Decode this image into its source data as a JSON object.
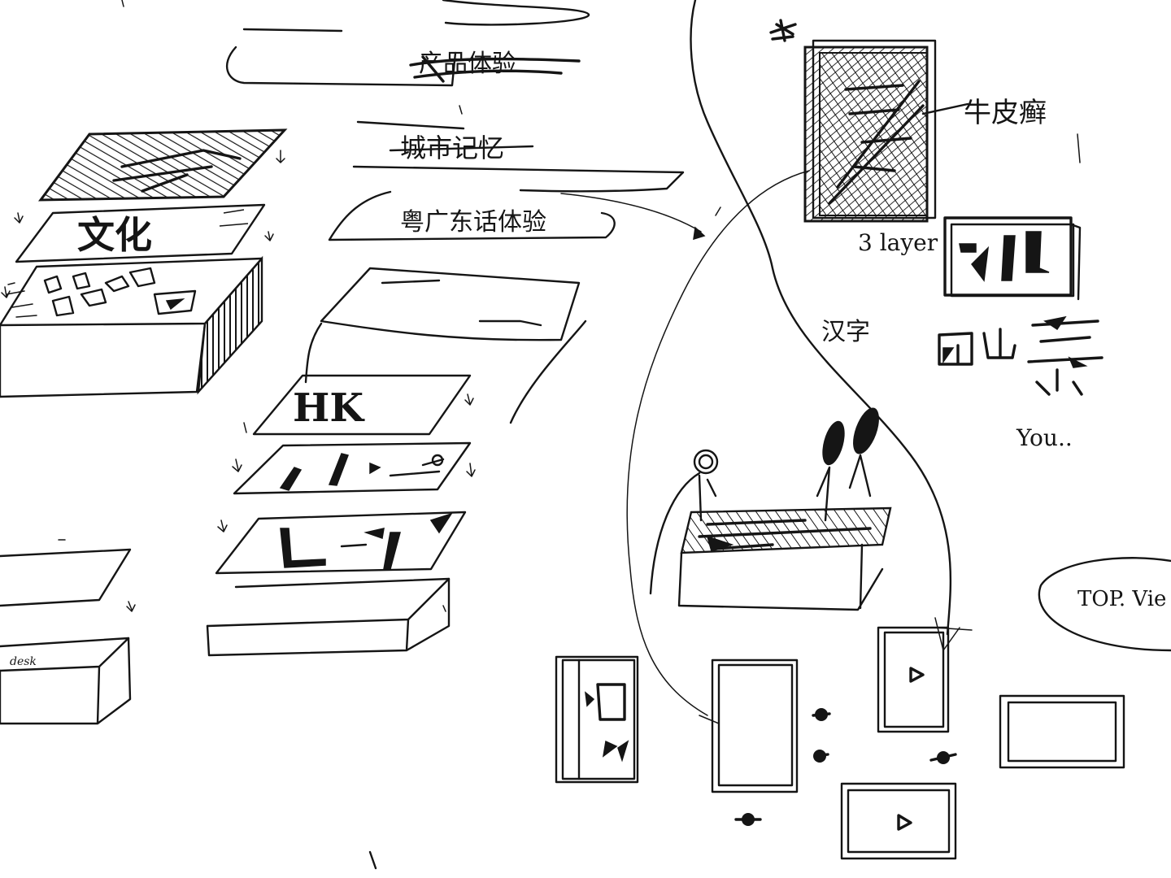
{
  "labels": {
    "title_struck": "产品体验",
    "city_memory": "城市记忆",
    "guangdong_dialect": "粤广东话体验",
    "culture": "文化",
    "hk": "HK",
    "desk": "desk",
    "kraft_paper": "牛皮癣",
    "three_layer": "3 layer",
    "ancient": "汉字",
    "top_view": "TOP. Vie",
    "you": "You.."
  },
  "colors": {
    "ink": "#151515",
    "paper": "#ffffff"
  }
}
